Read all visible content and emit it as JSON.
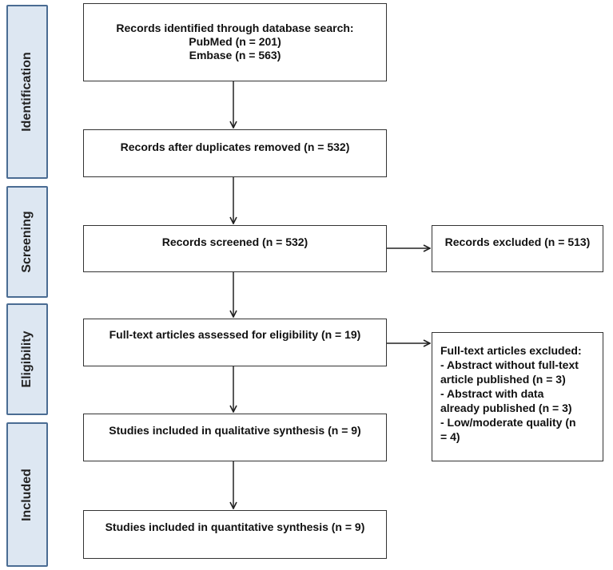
{
  "stages": {
    "identification": "Identification",
    "screening": "Screening",
    "eligibility": "Eligibility",
    "included": "Included"
  },
  "boxes": {
    "identified": {
      "title": "Records identified through database search:",
      "line2": "PubMed (n = 201)",
      "line3": "Embase (n = 563)"
    },
    "duplicates_removed": "Records after duplicates removed (n = 532)",
    "screened": "Records screened (n = 532)",
    "excluded": "Records excluded (n = 513)",
    "fulltext_assessed": "Full-text articles assessed for eligibility (n = 19)",
    "fulltext_excluded": {
      "title": "Full-text articles excluded:",
      "items": [
        "- Abstract without full-text",
        "article published (n = 3)",
        "- Abstract with data",
        "already published (n = 3)",
        "- Low/moderate quality (n",
        "= 4)"
      ]
    },
    "qualitative": "Studies included in qualitative synthesis (n = 9)",
    "quantitative": "Studies included in quantitative synthesis (n = 9)"
  }
}
